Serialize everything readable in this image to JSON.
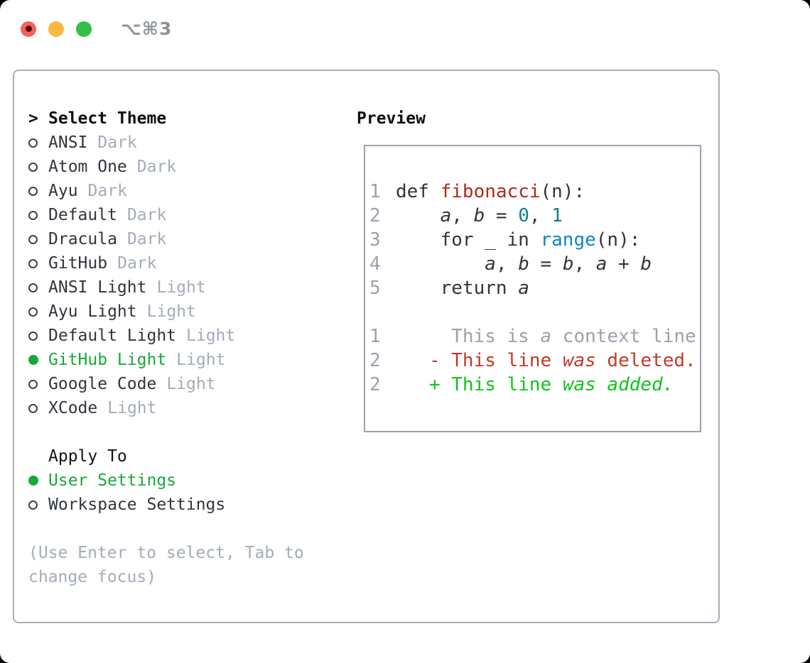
{
  "window": {
    "shortcut_label": "⌥⌘3"
  },
  "traffic_lights": [
    {
      "name": "close",
      "color": "#f4605a",
      "inner_dot": "#4f0f0b"
    },
    {
      "name": "minimize",
      "color": "#f6ba40",
      "inner_dot": null
    },
    {
      "name": "zoom",
      "color": "#32c146",
      "inner_dot": null
    }
  ],
  "theme_list": {
    "prompt": ">",
    "title": "Select Theme",
    "items": [
      {
        "name": "ANSI",
        "tag": "Dark",
        "selected": false
      },
      {
        "name": "Atom One",
        "tag": "Dark",
        "selected": false
      },
      {
        "name": "Ayu",
        "tag": "Dark",
        "selected": false
      },
      {
        "name": "Default",
        "tag": "Dark",
        "selected": false
      },
      {
        "name": "Dracula",
        "tag": "Dark",
        "selected": false
      },
      {
        "name": "GitHub",
        "tag": "Dark",
        "selected": false
      },
      {
        "name": "ANSI Light",
        "tag": "Light",
        "selected": false
      },
      {
        "name": "Ayu Light",
        "tag": "Light",
        "selected": false
      },
      {
        "name": "Default Light",
        "tag": "Light",
        "selected": false
      },
      {
        "name": "GitHub Light",
        "tag": "Light",
        "selected": true
      },
      {
        "name": "Google Code",
        "tag": "Light",
        "selected": false
      },
      {
        "name": "XCode",
        "tag": "Light",
        "selected": false
      }
    ]
  },
  "apply_to": {
    "title": "Apply To",
    "items": [
      {
        "name": "User Settings",
        "selected": true
      },
      {
        "name": "Workspace Settings",
        "selected": false
      }
    ]
  },
  "hint_lines": [
    "(Use Enter to select, Tab to",
    "change focus)"
  ],
  "preview": {
    "title": "Preview",
    "lines": [
      {
        "num": "1",
        "parts": [
          [
            "def ",
            "fg"
          ],
          [
            "fibonacci",
            "func"
          ],
          [
            "(n):",
            "fg"
          ]
        ]
      },
      {
        "num": "2",
        "parts": [
          [
            "    ",
            "fg"
          ],
          [
            "a",
            "var"
          ],
          [
            ", ",
            "fg"
          ],
          [
            "b",
            "var"
          ],
          [
            " = ",
            "fg"
          ],
          [
            "0",
            "num"
          ],
          [
            ", ",
            "fg"
          ],
          [
            "1",
            "num"
          ]
        ]
      },
      {
        "num": "3",
        "parts": [
          [
            "    for _ in ",
            "fg"
          ],
          [
            "range",
            "call"
          ],
          [
            "(n):",
            "fg"
          ]
        ]
      },
      {
        "num": "4",
        "parts": [
          [
            "        ",
            "fg"
          ],
          [
            "a",
            "var"
          ],
          [
            ", ",
            "fg"
          ],
          [
            "b",
            "var"
          ],
          [
            " = ",
            "fg"
          ],
          [
            "b",
            "var"
          ],
          [
            ", ",
            "fg"
          ],
          [
            "a",
            "var"
          ],
          [
            " + ",
            "fg"
          ],
          [
            "b",
            "var"
          ]
        ]
      },
      {
        "num": "5",
        "parts": [
          [
            "    return ",
            "fg"
          ],
          [
            "a",
            "var"
          ]
        ]
      },
      {
        "num": "",
        "parts": []
      },
      {
        "num": "1",
        "parts": [
          [
            "     This is ",
            "ctx"
          ],
          [
            "a",
            "ctx-i"
          ],
          [
            " context line.",
            "ctx"
          ]
        ]
      },
      {
        "num": "2",
        "parts": [
          [
            "   - This line ",
            "del"
          ],
          [
            "was",
            "del-i"
          ],
          [
            " deleted.",
            "del"
          ]
        ]
      },
      {
        "num": "2",
        "parts": [
          [
            "   + This line ",
            "add"
          ],
          [
            "was added.",
            "add-i"
          ]
        ]
      }
    ]
  },
  "colors": {
    "accent_green": "#17a83b",
    "diff_red": "#c23a28",
    "diff_green": "#12c41c",
    "tok_fg": "#30363d",
    "tok_func": "#ac2c20",
    "tok_num": "#0e7f8a",
    "tok_call": "#0f86c5",
    "muted": "#a4acb9"
  }
}
